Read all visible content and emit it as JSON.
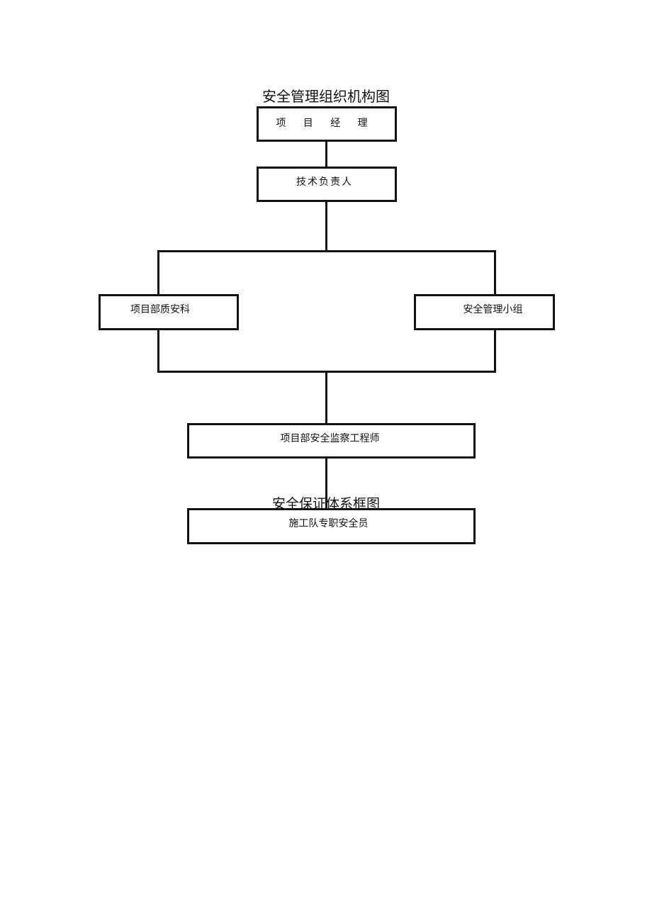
{
  "diagram": {
    "title": "安全管理组织机构图",
    "subtitle": "安全保证体系框图",
    "nodes": {
      "project_manager": "项 目 经 理",
      "technical_lead": "技术负责人",
      "quality_safety_dept": "项目部质安科",
      "safety_management_group": "安全管理小组",
      "safety_supervision_engineer": "项目部安全监察工程师",
      "construction_team_safety_officer": "施工队专职安全员"
    },
    "edges": [
      [
        "project_manager",
        "technical_lead"
      ],
      [
        "technical_lead",
        "quality_safety_dept"
      ],
      [
        "technical_lead",
        "safety_management_group"
      ],
      [
        "quality_safety_dept",
        "safety_supervision_engineer"
      ],
      [
        "safety_management_group",
        "safety_supervision_engineer"
      ],
      [
        "safety_supervision_engineer",
        "construction_team_safety_officer"
      ]
    ],
    "colors": {
      "line": "#111111",
      "background": "#ffffff"
    }
  }
}
